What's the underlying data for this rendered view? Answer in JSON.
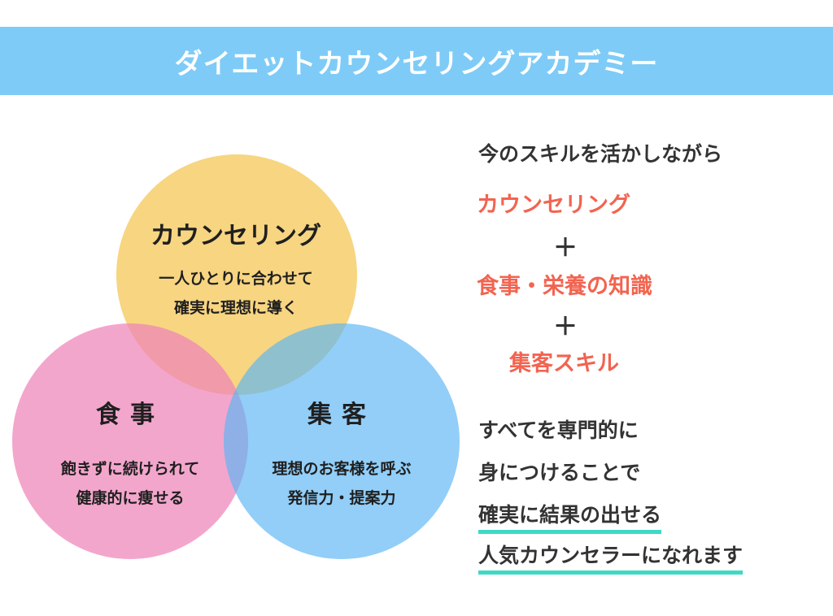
{
  "header": {
    "title": "ダイエットカウンセリングアカデミー"
  },
  "venn": {
    "top": {
      "title": "カウンセリング",
      "desc1": "一人ひとりに合わせて",
      "desc2": "確実に理想に導く"
    },
    "left": {
      "title": "食事",
      "desc1": "飽きずに続けられて",
      "desc2": "健康的に痩せる"
    },
    "right": {
      "title": "集客",
      "desc1": "理想のお客様を呼ぶ",
      "desc2": "発信力・提案力"
    }
  },
  "panel": {
    "intro": "今のスキルを活かしながら",
    "skill1": "カウンセリング",
    "plus1": "＋",
    "skill2": "食事・栄養の知識",
    "plus2": "＋",
    "skill3": "集客スキル",
    "summary1": "すべてを専門的に",
    "summary2": "身につけることで",
    "summary3": "確実に結果の出せる",
    "summary4": "人気カウンセラーになれます"
  },
  "colors": {
    "banner": "#7ecbf7",
    "accent_red": "#f26450",
    "highlight": "#3fd9c5"
  }
}
